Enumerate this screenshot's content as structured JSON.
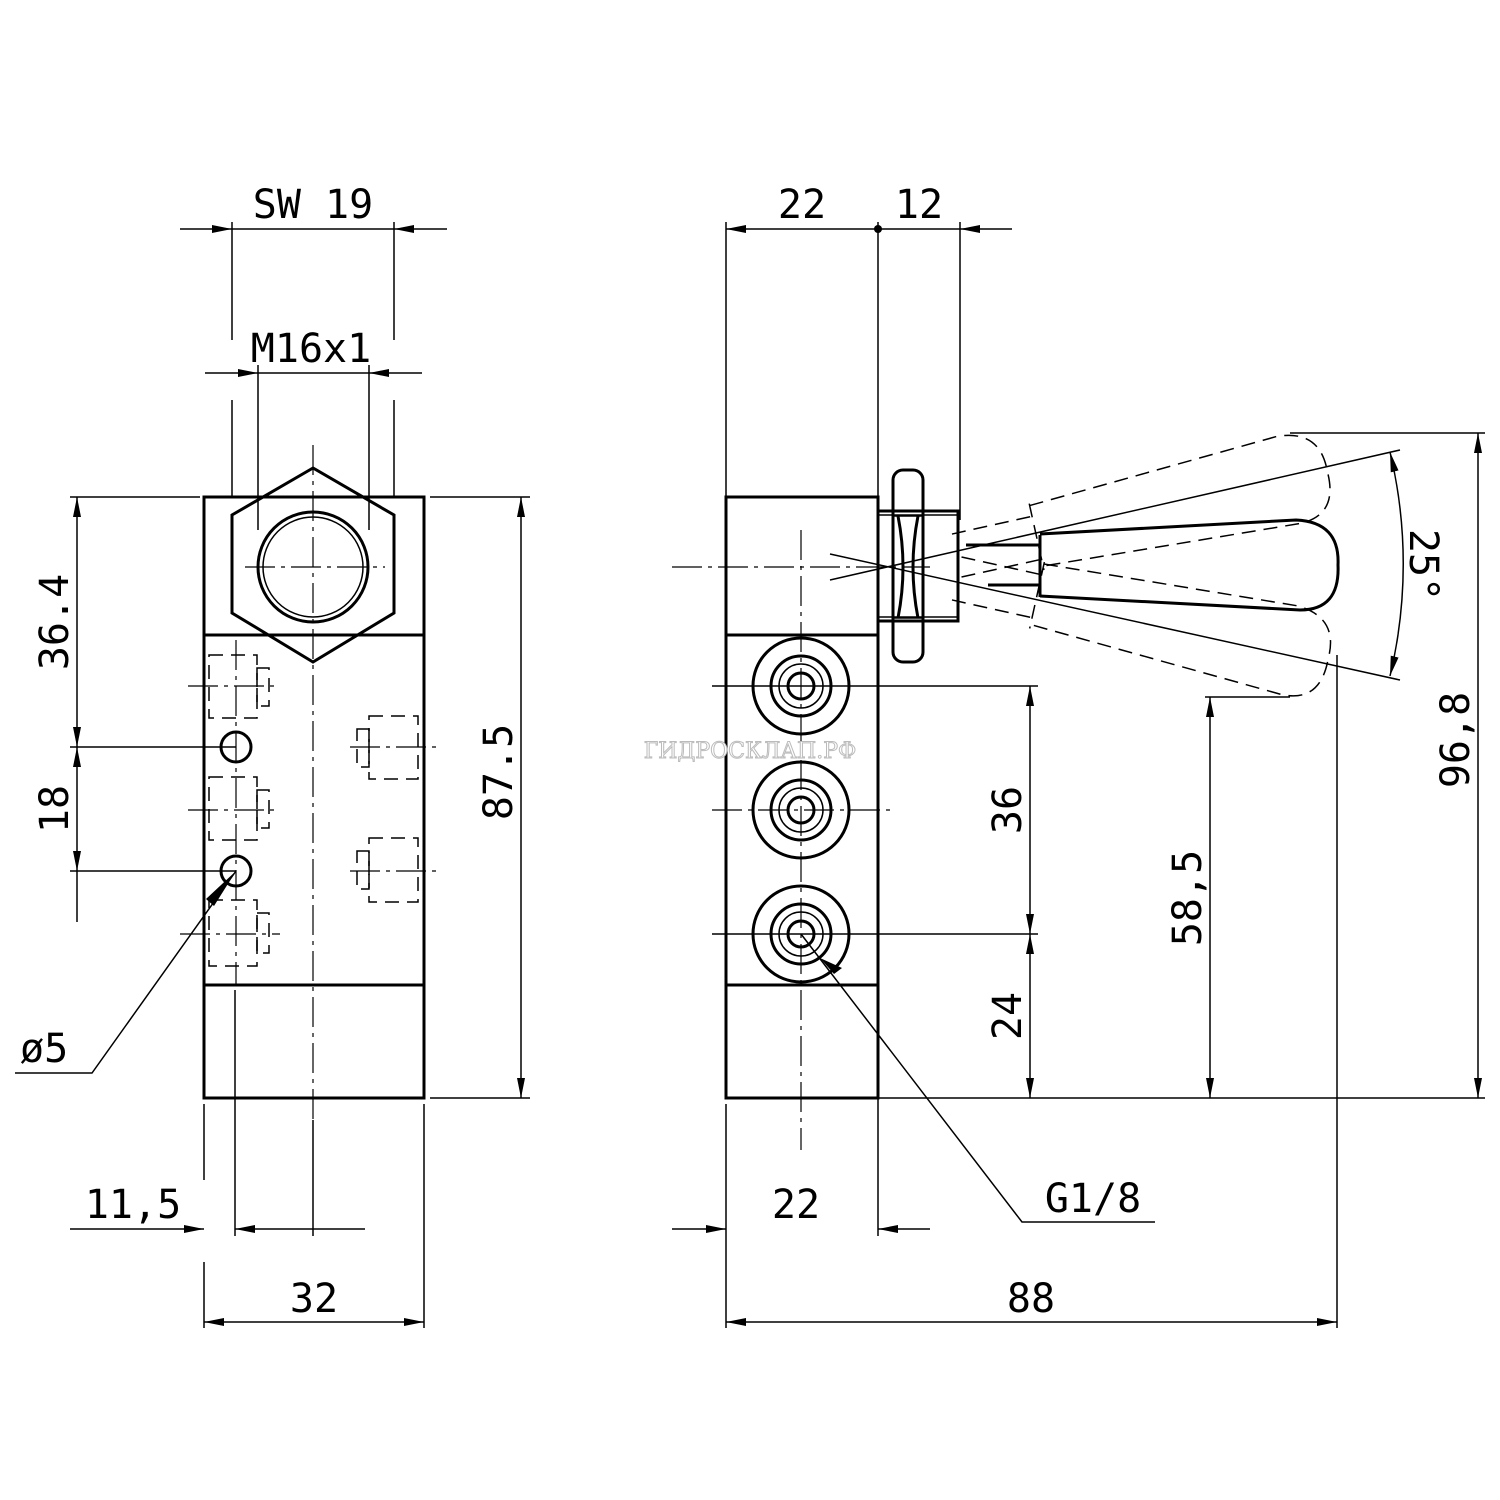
{
  "front_view": {
    "dims": {
      "wrench_size": "SW 19",
      "thread": "M16x1",
      "top_to_hole": "36.4",
      "hole_spacing": "18",
      "height": "87.5",
      "hole_diameter": "ø5",
      "hole_offset": "11,5",
      "width": "32"
    }
  },
  "side_view": {
    "dims": {
      "body_depth": "22",
      "nut_length": "12",
      "lever_angle": "25°",
      "total_height": "96,8",
      "port_spacing": "36",
      "lever_height": "58,5",
      "port_bottom": "24",
      "bottom_depth": "22",
      "port_thread": "G1/8",
      "total_length": "88"
    }
  },
  "watermark": "ГИДРОСКЛАП.РФ"
}
